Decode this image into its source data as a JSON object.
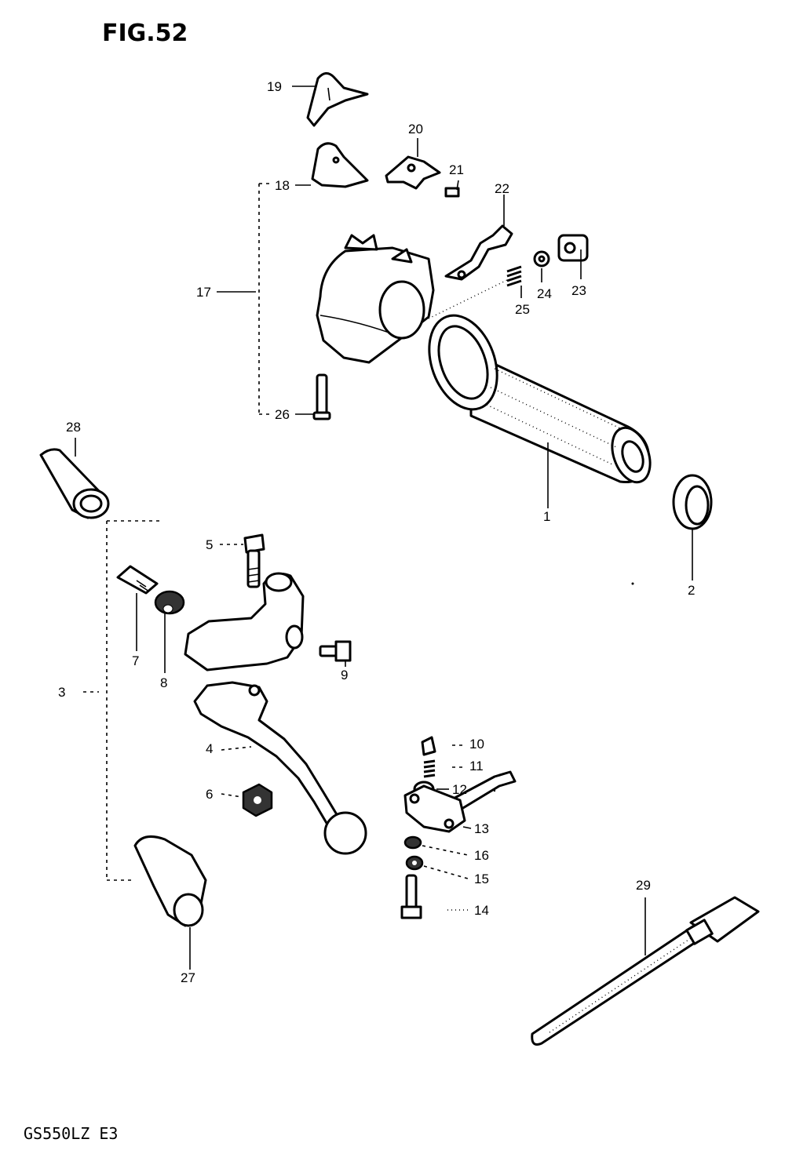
{
  "figure": {
    "title": "FIG.52",
    "model": "GS550LZ E3"
  },
  "labels": {
    "p1": "1",
    "p2": "2",
    "p3": "3",
    "p4": "4",
    "p5": "5",
    "p6": "6",
    "p7": "7",
    "p8": "8",
    "p9": "9",
    "p10": "10",
    "p11": "11",
    "p12": "12",
    "p13": "13",
    "p14": "14",
    "p15": "15",
    "p16": "16",
    "p17": "17",
    "p18": "18",
    "p19": "19",
    "p20": "20",
    "p21": "21",
    "p22": "22",
    "p23": "23",
    "p24": "24",
    "p25": "25",
    "p26": "26",
    "p27": "27",
    "p28": "28",
    "p29": "29"
  }
}
